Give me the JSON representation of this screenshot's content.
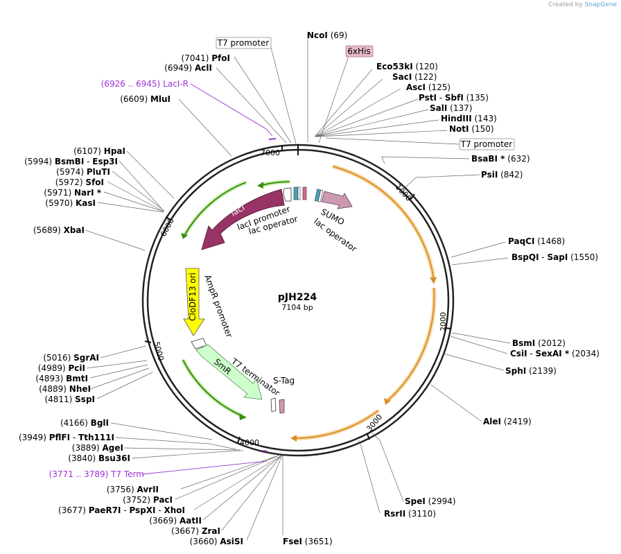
{
  "credit": {
    "prefix": "Created by",
    "brand": "SnapGene"
  },
  "plasmid": {
    "name": "pJH224",
    "length": "7104 bp"
  },
  "tick_labels": [
    "1000",
    "2000",
    "3000",
    "4000",
    "5000",
    "6000",
    "7000"
  ],
  "feature_boxes": {
    "t7_top": "T7 promoter",
    "his": "6xHis",
    "t7_right": "T7 promoter"
  },
  "feature_labels": {
    "laci_arrow": "lacI",
    "laci_promoter": "lacI promoter",
    "lac_operator_1": "lac operator",
    "sumo": "SUMO",
    "lac_operator_2": "lac operator",
    "cdf": "CloDF13 ori",
    "ampr_promoter": "AmpR promoter",
    "smr": "SmR",
    "t7_terminator": "T7 terminator",
    "stag": "S-Tag"
  },
  "sites": [
    {
      "name": "NcoI",
      "pos": "(69)"
    },
    {
      "name": "Eco53kI",
      "pos": "(120)"
    },
    {
      "name": "SacI",
      "pos": "(122)"
    },
    {
      "name": "AscI",
      "pos": "(125)"
    },
    {
      "name": "PstI",
      "name2": "SbfI",
      "pos": "(135)"
    },
    {
      "name": "SalI",
      "pos": "(137)"
    },
    {
      "name": "HindIII",
      "pos": "(143)"
    },
    {
      "name": "NotI",
      "pos": "(150)"
    },
    {
      "name": "BsaBI *",
      "pos": "(632)"
    },
    {
      "name": "PsiI",
      "pos": "(842)"
    },
    {
      "name": "PaqCI",
      "pos": "(1468)"
    },
    {
      "name": "BspQI",
      "name2": "SapI",
      "pos": "(1550)"
    },
    {
      "name": "BsmI",
      "pos": "(2012)"
    },
    {
      "name": "CsiI",
      "name2": "SexAI *",
      "pos": "(2034)"
    },
    {
      "name": "SphI",
      "pos": "(2139)"
    },
    {
      "name": "AleI",
      "pos": "(2419)"
    },
    {
      "name": "SpeI",
      "pos": "(2994)"
    },
    {
      "name": "RsrII",
      "pos": "(3110)"
    },
    {
      "name": "FseI",
      "pos": "(3651)"
    },
    {
      "name": "AsiSI",
      "pos": "(3660)"
    },
    {
      "name": "ZraI",
      "pos": "(3667)"
    },
    {
      "name": "AatII",
      "pos": "(3669)"
    },
    {
      "name": "PaeR7I",
      "name2": "PspXI",
      "name3": "XhoI",
      "pos": "(3677)"
    },
    {
      "name": "PacI",
      "pos": "(3752)"
    },
    {
      "name": "AvrII",
      "pos": "(3756)"
    },
    {
      "name": "Bsu36I",
      "pos": "(3840)"
    },
    {
      "name": "AgeI",
      "pos": "(3889)"
    },
    {
      "name": "PflFI",
      "name2": "Tth111I",
      "pos": "(3949)"
    },
    {
      "name": "BglI",
      "pos": "(4166)"
    },
    {
      "name": "SspI",
      "pos": "(4811)"
    },
    {
      "name": "NheI",
      "pos": "(4889)"
    },
    {
      "name": "BmtI",
      "pos": "(4893)"
    },
    {
      "name": "PciI",
      "pos": "(4989)"
    },
    {
      "name": "SgrAI",
      "pos": "(5016)"
    },
    {
      "name": "XbaI",
      "pos": "(5689)"
    },
    {
      "name": "KasI",
      "pos": "(5970)"
    },
    {
      "name": "NarI *",
      "pos": "(5971)"
    },
    {
      "name": "SfoI",
      "pos": "(5972)"
    },
    {
      "name": "PluTI",
      "pos": "(5974)"
    },
    {
      "name": "BsmBI",
      "name2": "Esp3I",
      "pos": "(5994)"
    },
    {
      "name": "HpaI",
      "pos": "(6107)"
    },
    {
      "name": "MluI",
      "pos": "(6609)"
    },
    {
      "name": "AclI",
      "pos": "(6949)"
    },
    {
      "name": "PfoI",
      "pos": "(7041)"
    }
  ],
  "primer_sites": [
    {
      "range": "(6926 .. 6945)",
      "name": "LacI-R"
    },
    {
      "range": "(3771 .. 3789)",
      "name": "T7 Term"
    }
  ]
}
